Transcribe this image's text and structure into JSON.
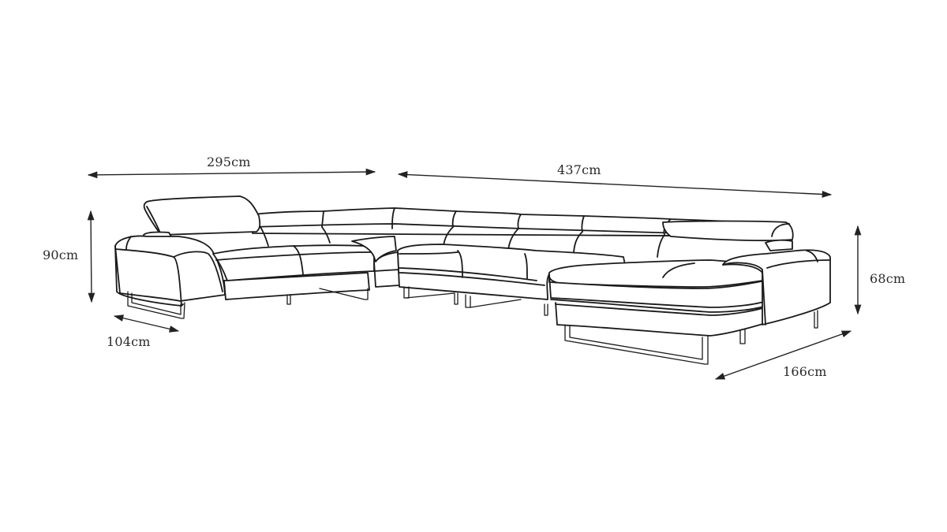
{
  "diagram": {
    "subject": "Sectional sofa dimension drawing",
    "colors": {
      "background": "#ffffff",
      "line": "#1a1a1a",
      "text": "#2a2a2a"
    },
    "dimensions": {
      "left_width": "295cm",
      "right_width": "437cm",
      "back_height": "90cm",
      "seat_depth": "104cm",
      "chaise_height": "68cm",
      "chaise_length": "166cm"
    }
  }
}
